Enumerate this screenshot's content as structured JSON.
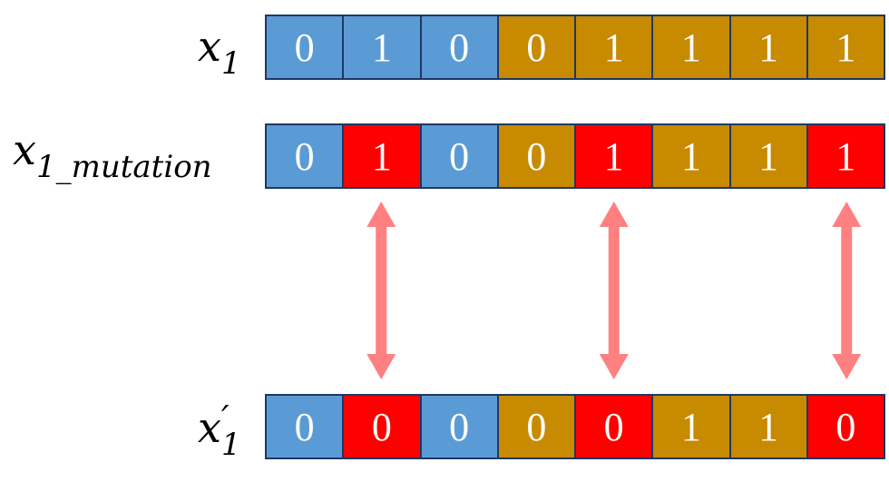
{
  "colors": {
    "blue": "#5b9bd5",
    "gold": "#c78a00",
    "red": "#ff0000",
    "border": "#1f3864",
    "arrow": "#ff8080"
  },
  "rows": [
    {
      "label_var": "x",
      "label_sub": "1",
      "label_prime": "",
      "cells": [
        {
          "value": "0",
          "color": "blue"
        },
        {
          "value": "1",
          "color": "blue"
        },
        {
          "value": "0",
          "color": "blue"
        },
        {
          "value": "0",
          "color": "gold"
        },
        {
          "value": "1",
          "color": "gold"
        },
        {
          "value": "1",
          "color": "gold"
        },
        {
          "value": "1",
          "color": "gold"
        },
        {
          "value": "1",
          "color": "gold"
        }
      ]
    },
    {
      "label_var": "x",
      "label_sub": "1_mutation",
      "label_prime": "",
      "cells": [
        {
          "value": "0",
          "color": "blue"
        },
        {
          "value": "1",
          "color": "red"
        },
        {
          "value": "0",
          "color": "blue"
        },
        {
          "value": "0",
          "color": "gold"
        },
        {
          "value": "1",
          "color": "red"
        },
        {
          "value": "1",
          "color": "gold"
        },
        {
          "value": "1",
          "color": "gold"
        },
        {
          "value": "1",
          "color": "red"
        }
      ]
    },
    {
      "label_var": "x",
      "label_sub": "1",
      "label_prime": "′",
      "cells": [
        {
          "value": "0",
          "color": "blue"
        },
        {
          "value": "0",
          "color": "red"
        },
        {
          "value": "0",
          "color": "blue"
        },
        {
          "value": "0",
          "color": "gold"
        },
        {
          "value": "0",
          "color": "red"
        },
        {
          "value": "1",
          "color": "gold"
        },
        {
          "value": "1",
          "color": "gold"
        },
        {
          "value": "0",
          "color": "red"
        }
      ]
    }
  ],
  "arrow_columns": [
    1,
    4,
    7
  ]
}
